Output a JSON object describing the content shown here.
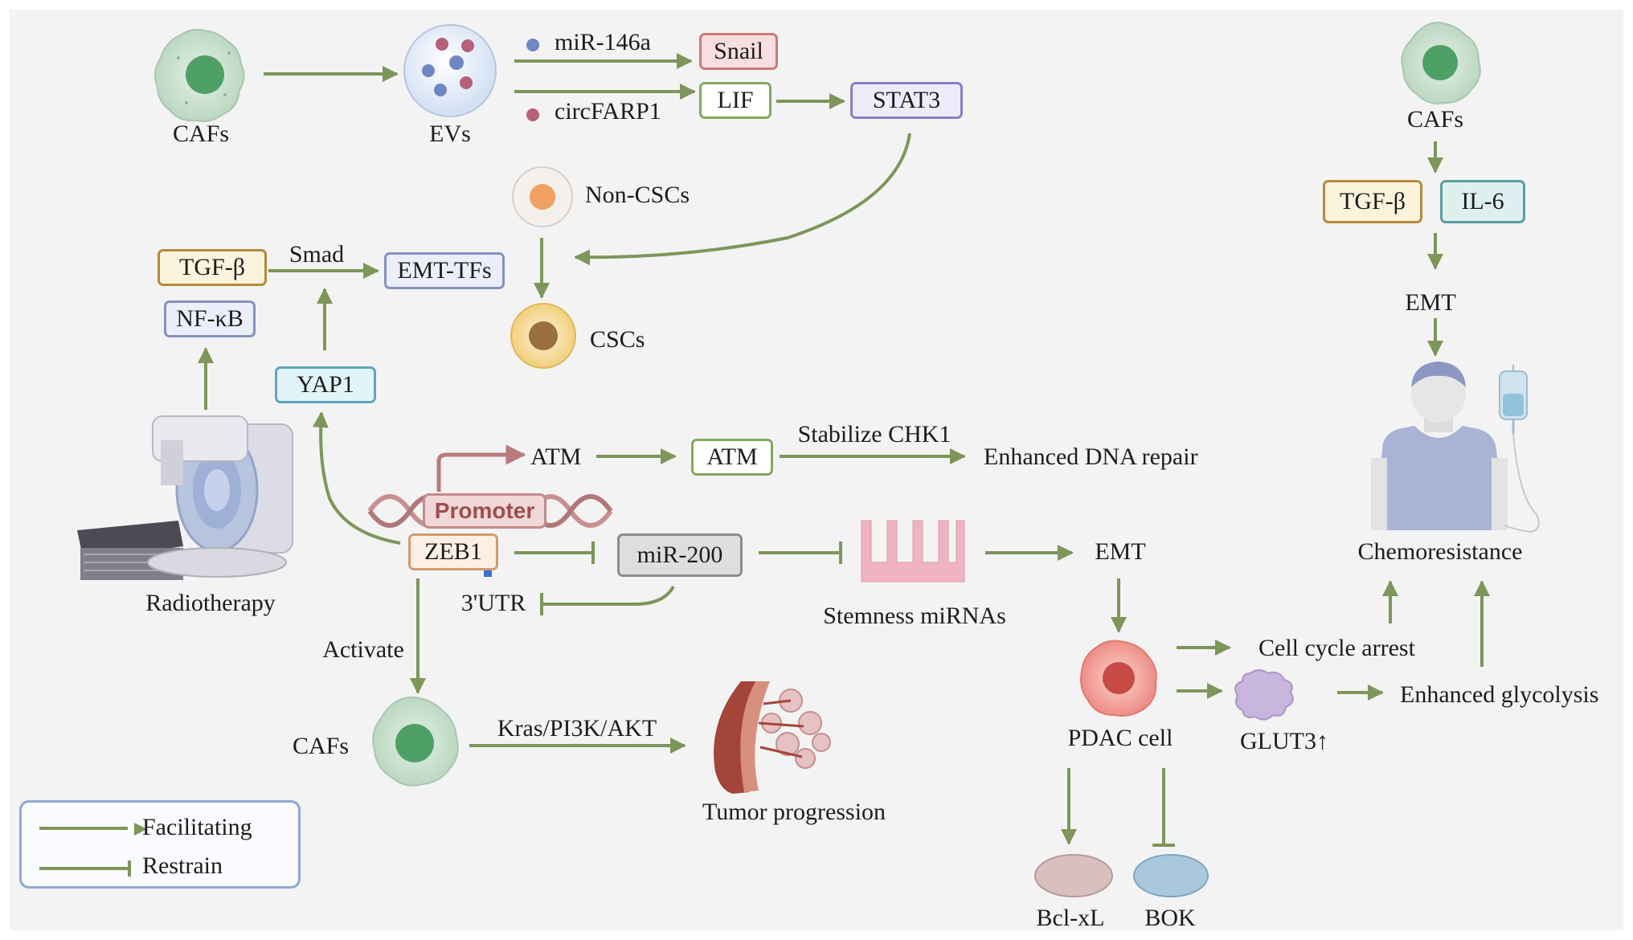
{
  "labels": {
    "cafs_top": "CAFs",
    "evs": "EVs",
    "mir146a": "miR-146a",
    "circfarp1": "circFARP1",
    "non_cscs": "Non-CSCs",
    "cscs": "CSCs",
    "smad": "Smad",
    "atm_promoter_target": "ATM",
    "stabilize_chk1": "Stabilize CHK1",
    "enhanced_dna_repair": "Enhanced DNA repair",
    "promoter": "Promoter",
    "utr": "3'UTR",
    "radiotherapy": "Radiotherapy",
    "activate": "Activate",
    "cafs_bottom": "CAFs",
    "kras_pathway": "Kras/PI3K/AKT",
    "tumor_progression": "Tumor progression",
    "stemness_mirnas": "Stemness miRNAs",
    "emt_mid": "EMT",
    "pdac_cell": "PDAC cell",
    "cell_cycle_arrest": "Cell cycle arrest",
    "glut3": "GLUT3↑",
    "enhanced_glycolysis": "Enhanced glycolysis",
    "bclxl": "Bcl-xL",
    "bok": "BOK",
    "cafs_right": "CAFs",
    "emt_right": "EMT",
    "chemoresistance": "Chemoresistance"
  },
  "boxes": {
    "snail": "Snail",
    "lif": "LIF",
    "stat3": "STAT3",
    "tgfb_left": "TGF-β",
    "nfkb": "NF-κB",
    "emt_tfs": "EMT-TFs",
    "yap1": "YAP1",
    "atm_box": "ATM",
    "zeb1": "ZEB1",
    "mir200": "miR-200",
    "tgfb_right": "TGF-β",
    "il6": "IL-6"
  },
  "legend": {
    "facilitating": "Facilitating",
    "restrain": "Restrain"
  },
  "colors": {
    "arrow": "#7d965a",
    "promoter_arrow": "#b97b7b",
    "caf_green": "#5fa56f",
    "ev_blue": "#6f86c4",
    "ev_red": "#b8607a",
    "csc_yellow": "#e8c36b",
    "pdac_red": "#e2675f",
    "glut3_purple": "#c8b6de",
    "stemness_pink": "#f0b3c1",
    "bclxl_mauve": "#d9bfbf",
    "bok_blue": "#a9c8de"
  },
  "icons": [
    "caf-cell-icon",
    "ev-vesicle-icon",
    "non-csc-cell-icon",
    "csc-cell-icon",
    "radiotherapy-machine-icon",
    "dna-helix-icon",
    "stemness-mirna-icon",
    "tumor-tissue-icon",
    "pdac-cell-icon",
    "glut3-icon",
    "bclxl-icon",
    "bok-icon",
    "patient-icon",
    "iv-bag-icon"
  ]
}
